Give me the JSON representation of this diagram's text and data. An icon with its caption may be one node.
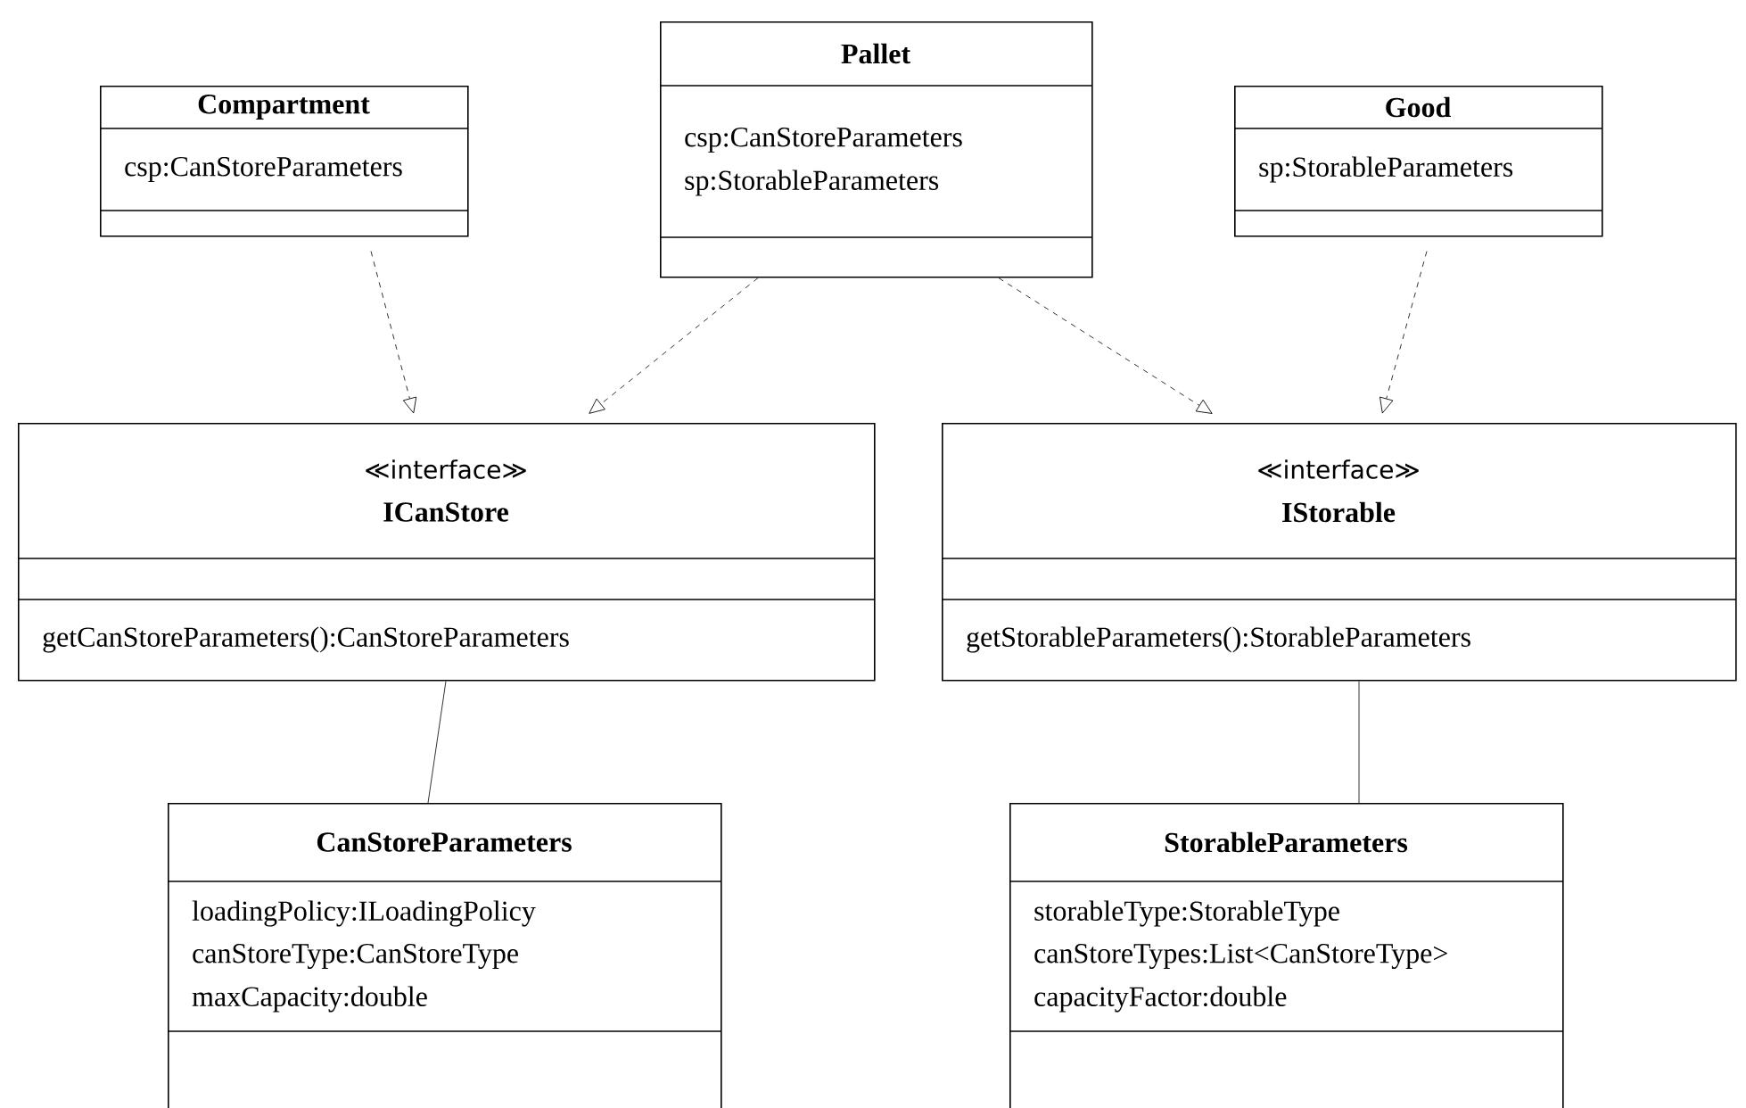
{
  "diagram": {
    "nodes": [
      {
        "text": [
          "Compartment",
          "csp:CanStoreParameters"
        ]
      },
      {
        "text": [
          "Pallet",
          "csp:CanStoreParameters",
          "sp:StorableParameters"
        ]
      },
      {
        "text": [
          "Good",
          "sp:StorableParameters"
        ]
      },
      {
        "text": [
          "≪interface≫",
          "ICanStore",
          "getCanStoreParameters():CanStoreParameters"
        ]
      },
      {
        "text": [
          "≪interface≫",
          "IStorable",
          "getStorableParameters():StorableParameters"
        ]
      },
      {
        "text": [
          "CanStoreParameters",
          "loadingPolicy:ILoadingPolicy",
          "canStoreType:CanStoreType",
          "maxCapacity:double"
        ]
      },
      {
        "text": [
          "StorableParameters",
          "storableType:StorableType",
          "canStoreTypes:List<CanStoreType>",
          "capacityFactor:double"
        ]
      }
    ],
    "edges": [
      {
        "from": 0,
        "to": 3,
        "arrow": "to",
        "style": "dashed"
      },
      {
        "from": 1,
        "to": 3,
        "arrow": "to",
        "style": "dashed"
      },
      {
        "from": 1,
        "to": 4,
        "arrow": "to",
        "style": "dashed"
      },
      {
        "from": 2,
        "to": 4,
        "arrow": "to",
        "style": "dashed"
      },
      {
        "from": 3,
        "to": 5,
        "arrow": "none"
      },
      {
        "from": 4,
        "to": 6,
        "arrow": "none"
      }
    ]
  }
}
